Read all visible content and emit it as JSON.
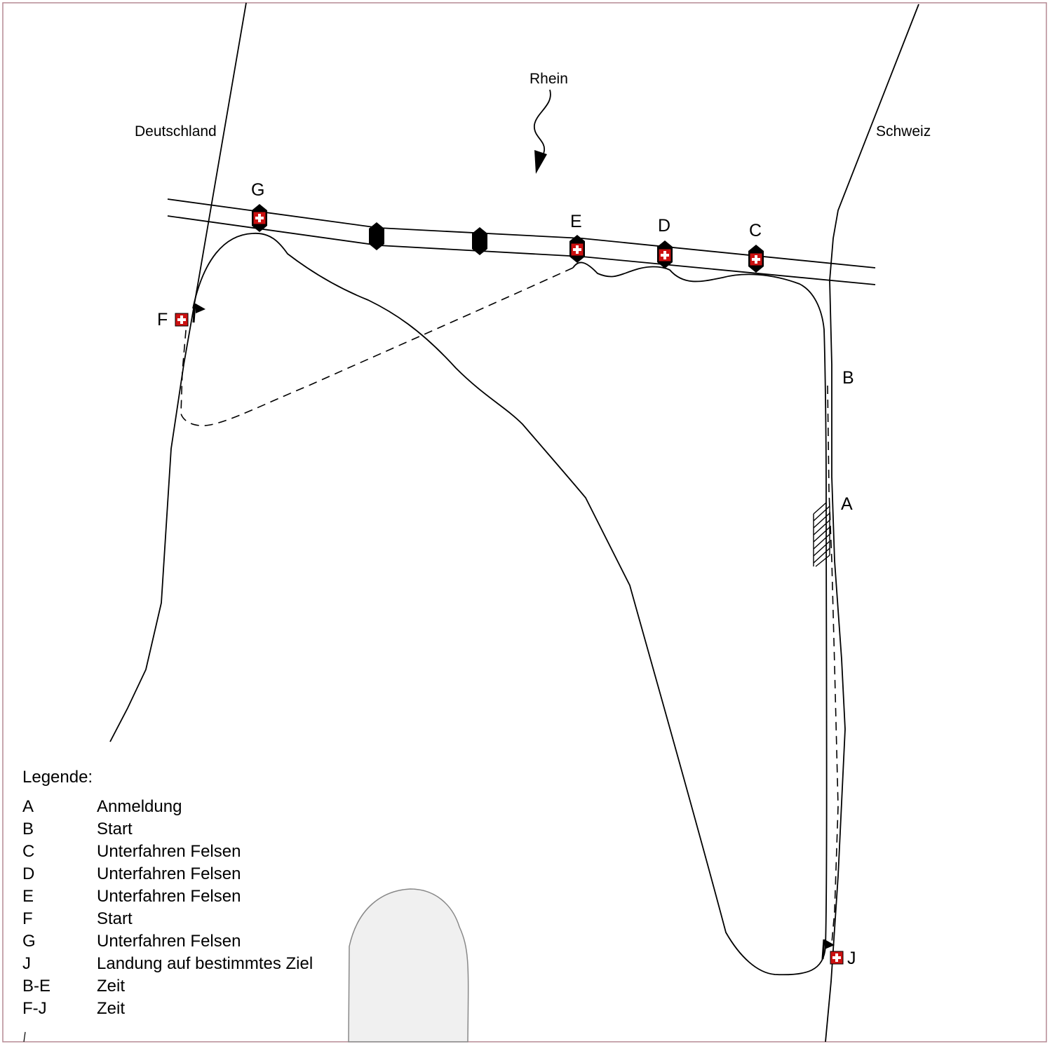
{
  "labels": {
    "river": "Rhein",
    "left_bank": "Deutschland",
    "right_bank": "Schweiz"
  },
  "points": {
    "A": "A",
    "B": "B",
    "C": "C",
    "D": "D",
    "E": "E",
    "F": "F",
    "G": "G",
    "J": "J"
  },
  "legend": {
    "title": "Legende:",
    "items": [
      {
        "key": "A",
        "text": "Anmeldung"
      },
      {
        "key": "B",
        "text": "Start"
      },
      {
        "key": "C",
        "text": "Unterfahren Felsen"
      },
      {
        "key": "D",
        "text": "Unterfahren Felsen"
      },
      {
        "key": "E",
        "text": "Unterfahren Felsen"
      },
      {
        "key": "F",
        "text": "Start"
      },
      {
        "key": "G",
        "text": "Unterfahren Felsen"
      },
      {
        "key": "J",
        "text": "Landung auf bestimmtes Ziel"
      },
      {
        "key": "B-E",
        "text": "Zeit"
      },
      {
        "key": "F-J",
        "text": "Zeit"
      }
    ]
  },
  "colors": {
    "line": "#000000",
    "cross_red": "#cc1111",
    "frame": "#b58a94",
    "pier_fill": "#f0f0f0",
    "pier_stroke": "#888888"
  },
  "icons": [
    "flag-icon",
    "swiss-cross-icon",
    "bridge-pier-icon",
    "flow-arrow-icon",
    "landing-stage-icon"
  ]
}
